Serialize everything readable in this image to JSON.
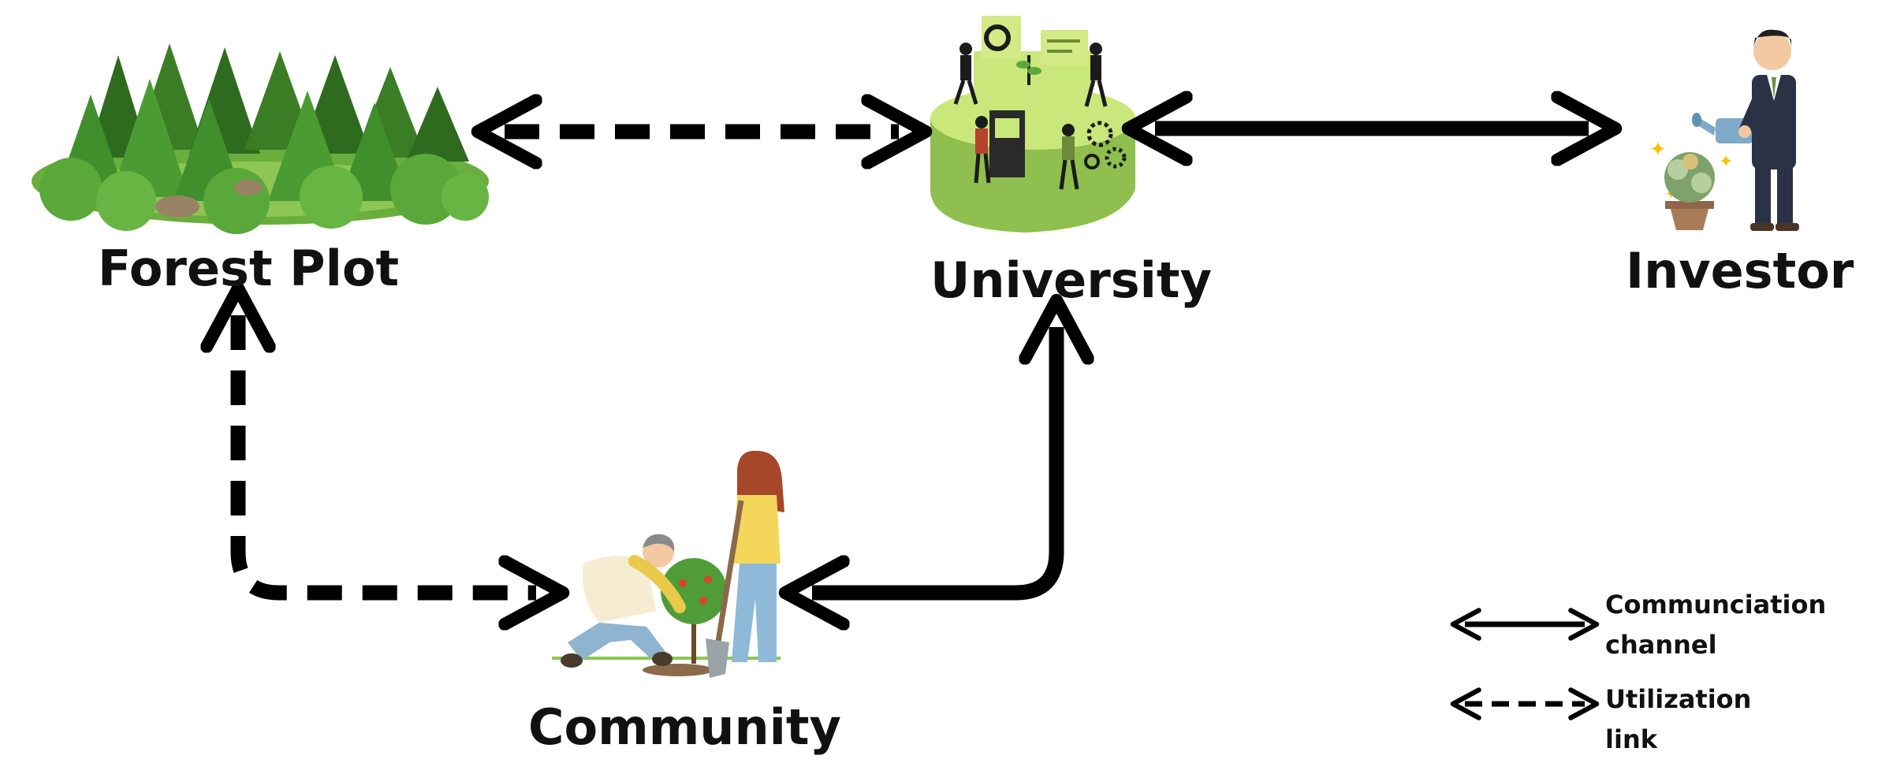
{
  "nodes": {
    "forest": {
      "label": "Forest Plot",
      "icon": "forest-icon"
    },
    "university": {
      "label": "University",
      "icon": "research-lab-icon"
    },
    "investor": {
      "label": "Investor",
      "icon": "investor-icon"
    },
    "community": {
      "label": "Community",
      "icon": "tree-planting-icon"
    }
  },
  "edges": [
    {
      "from": "forest",
      "to": "university",
      "type": "utilization-link"
    },
    {
      "from": "university",
      "to": "investor",
      "type": "communication-channel"
    },
    {
      "from": "forest",
      "to": "community",
      "type": "utilization-link"
    },
    {
      "from": "university",
      "to": "community",
      "type": "communication-channel"
    }
  ],
  "legend": {
    "communication": "Communciation\nchannel",
    "utilization": "Utilization\nlink"
  },
  "colors": {
    "arrow": "#000000",
    "forest_dark": "#2f6b1f",
    "forest_mid": "#3f8f2c",
    "forest_light": "#69b544",
    "platform_light": "#c9e77b",
    "platform_dark": "#8fbf4f",
    "suit": "#2b3245",
    "skin": "#f2c9a0",
    "jeans": "#8fb9d8",
    "shirt_yellow": "#f3d65a"
  }
}
